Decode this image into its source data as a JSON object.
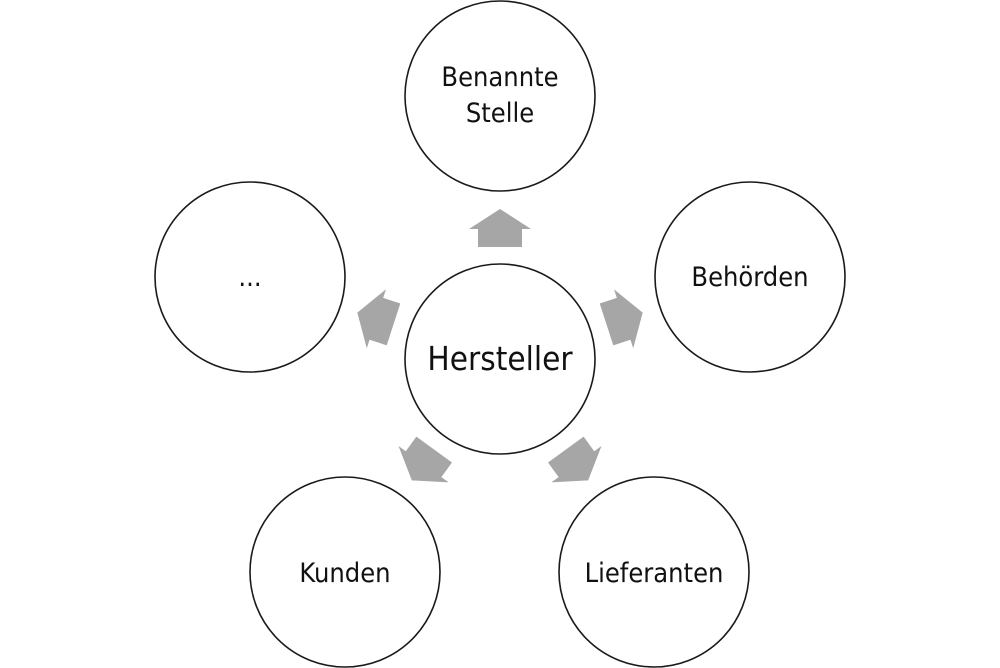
{
  "diagram": {
    "center": {
      "label": "Hersteller"
    },
    "nodes": [
      {
        "key": "benannte-stelle",
        "lines": [
          "Benannte",
          "Stelle"
        ]
      },
      {
        "key": "behoerden",
        "lines": [
          "Behörden"
        ]
      },
      {
        "key": "lieferanten",
        "lines": [
          "Lieferanten"
        ]
      },
      {
        "key": "kunden",
        "lines": [
          "Kunden"
        ]
      },
      {
        "key": "weitere",
        "lines": [
          "..."
        ]
      }
    ],
    "colors": {
      "arrow": "#a6a6a6",
      "stroke": "#1a1a1a",
      "background": "#ffffff"
    }
  }
}
